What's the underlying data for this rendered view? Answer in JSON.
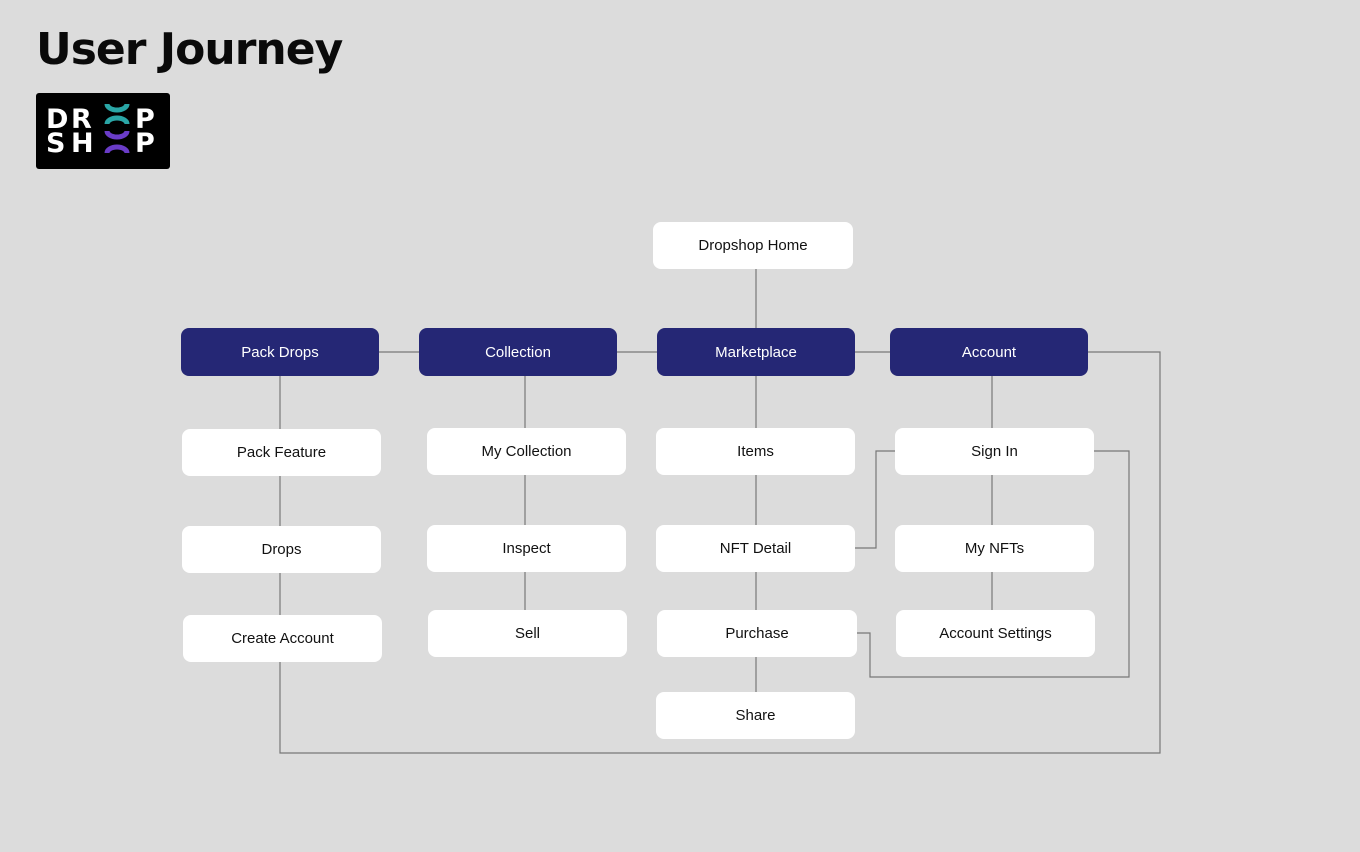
{
  "page": {
    "title": "User Journey"
  },
  "logo": {
    "text_top": "DROP",
    "text_bottom": "SHOP",
    "colors": {
      "ring_teal": "#2aa6a6",
      "ring_purple": "#6a3cc8"
    }
  },
  "colors": {
    "main_node": "#252775",
    "sub_node": "#ffffff",
    "connector": "#777777",
    "background": "#dcdcdc"
  },
  "nodes": {
    "root": "Dropshop Home",
    "pack_drops": "Pack Drops",
    "collection": "Collection",
    "marketplace": "Marketplace",
    "account": "Account",
    "pack_feature": "Pack Feature",
    "drops": "Drops",
    "create_account": "Create Account",
    "my_collection": "My Collection",
    "inspect": "Inspect",
    "sell": "Sell",
    "items": "Items",
    "nft_detail": "NFT Detail",
    "purchase": "Purchase",
    "share": "Share",
    "sign_in": "Sign In",
    "my_nfts": "My NFTs",
    "account_settings": "Account Settings"
  }
}
